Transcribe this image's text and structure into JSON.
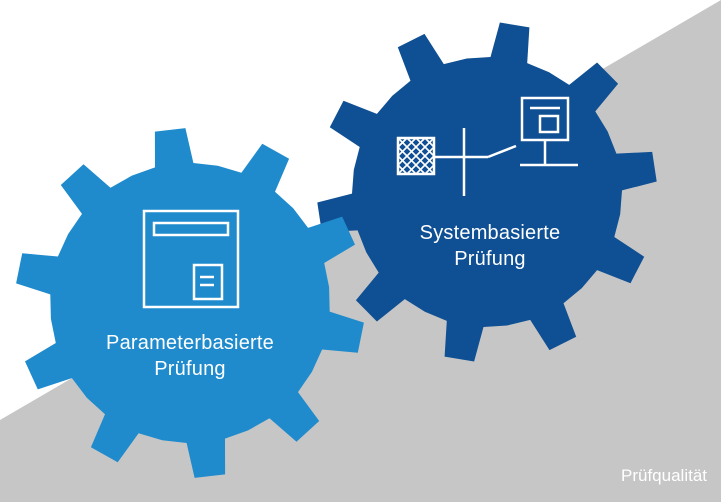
{
  "colors": {
    "background": "#ffffff",
    "ribbon": "#c6c6c6",
    "gear_light": "#1f8bcd",
    "gear_dark": "#0f4f93",
    "icon_stroke": "#ffffff"
  },
  "gears": {
    "system": {
      "label_line1": "Systembasierte",
      "label_line2": "Prüfung",
      "icon": "system-network-icon"
    },
    "parameter": {
      "label_line1": "Parameterbasierte",
      "label_line2": "Prüfung",
      "icon": "parameter-form-icon"
    }
  },
  "quality_label": "Prüfqualität"
}
